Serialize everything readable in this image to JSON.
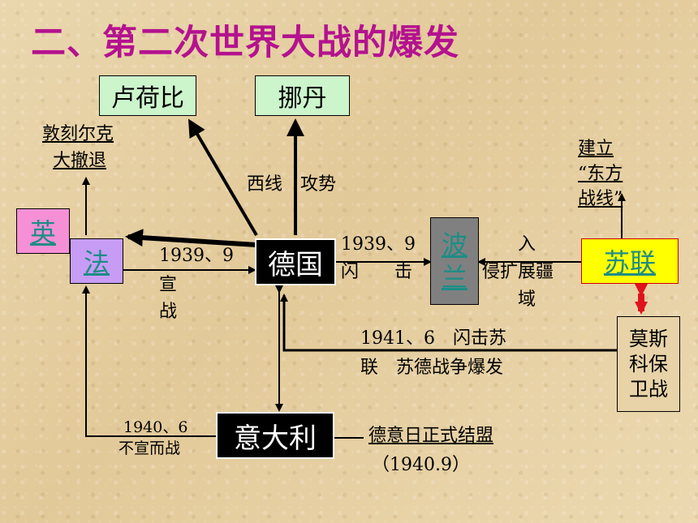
{
  "title": "二、第二次世界大战的爆发",
  "nodes": {
    "belgium": "卢荷比",
    "denmark": "挪丹",
    "britain": "英",
    "france": "法",
    "germany": "德国",
    "poland_1": "波",
    "poland_2": "兰",
    "ussr": "苏联",
    "italy": "意大利",
    "moscow": "莫斯\n科保\n卫战"
  },
  "labels": {
    "dunkirk_1": "敦刻尔克",
    "dunkirk_2": "大撤退",
    "west_offensive": "西线　攻势",
    "east_front_1": "建立",
    "east_front_2": "“东方",
    "east_front_3": "战线”",
    "war_declared_date": "1939、9",
    "war_declared_1": "宣",
    "war_declared_2": "战",
    "blitz_poland_date": "1939、9",
    "blitz_poland_text": "闪　　击",
    "invade_1": "入",
    "invade_2": "侵扩展疆",
    "invade_3": "域",
    "blitz_ussr_1": "1941、6　闪击苏",
    "blitz_ussr_2": "联　苏德战争爆发",
    "italy_war_date": "1940、6",
    "italy_war_text": "不宣而战",
    "alliance": "德意日正式结盟",
    "alliance_date": "（1940.9）"
  },
  "colors": {
    "title": "#b4128f",
    "britain_bg": "#f58fd6",
    "france_bg": "#c79cf5",
    "poland_bg": "#808080",
    "ussr_bg": "#ffff00",
    "link": "#1d8d86",
    "double_arrow": "#e0141e"
  }
}
